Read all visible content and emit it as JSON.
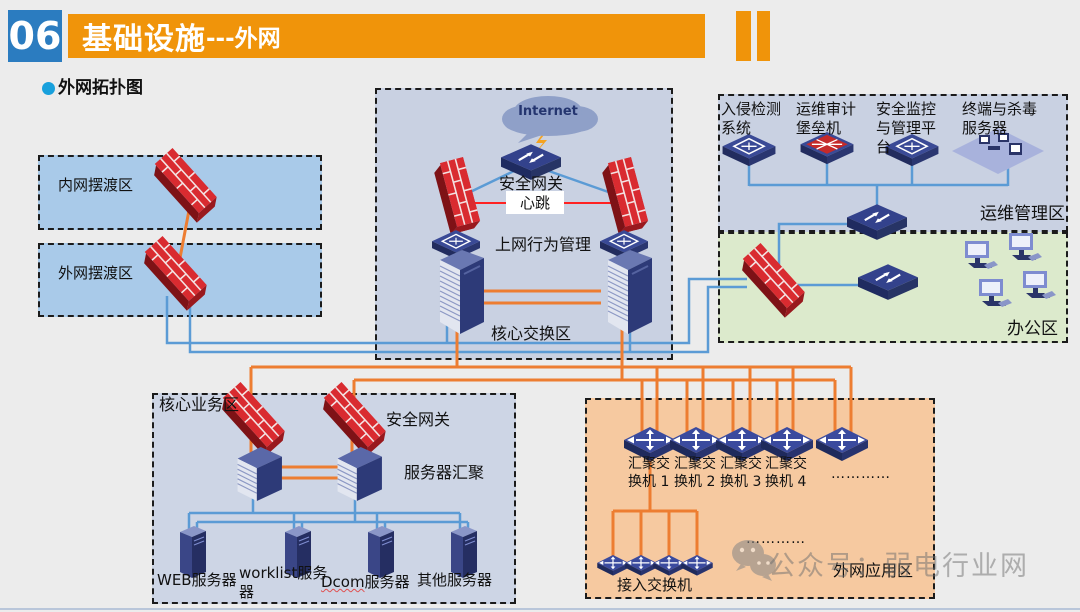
{
  "header": {
    "number": "06",
    "title_main": "基础设施",
    "title_suffix": "---外网"
  },
  "section": {
    "label": "外网拓扑图"
  },
  "zones": {
    "nei_ferry": {
      "label": "内网摆渡区"
    },
    "wai_ferry": {
      "label": "外网摆渡区"
    },
    "core": {
      "internet": "Internet",
      "gateway_label": "安全网关",
      "heartbeat_label": "心跳",
      "behavior_label": "上网行为管理",
      "zone_label": "核心交换区"
    },
    "ops": {
      "zone_label": "运维管理区",
      "devices": [
        "入侵检测\n系统",
        "运维审计\n堡垒机",
        "安全监控\n与管理平\n台",
        "终端与杀毒\n服务器"
      ]
    },
    "office": {
      "zone_label": "办公区"
    },
    "biz": {
      "zone_label": "核心业务区",
      "gateway_label": "安全网关",
      "agg_label": "服务器汇聚",
      "server1": "WEB服务器",
      "server2": "worklist服务\n器",
      "server3_em": "Dcom",
      "server3_rest": "服务器",
      "server4": "其他服务器"
    },
    "app": {
      "zone_label": "外网应用区",
      "agg_switches": [
        "汇聚交\n换机 1",
        "汇聚交\n换机 2",
        "汇聚交\n换机 3",
        "汇聚交\n换机 4"
      ],
      "dots_right": "…………",
      "dots_mid": "…………",
      "access_label": "接入交换机"
    }
  },
  "watermark": {
    "text": "公众号：弱电行业网"
  },
  "colors": {
    "header_orange": "#F0940A",
    "header_blue": "#2B7CC0",
    "wire_blue": "#5B9BD5",
    "wire_orange": "#ED7D31",
    "heartbeat_red": "#FF2222",
    "zone_light_blue": "#A9CAE9",
    "zone_gray_blue": "#C9D1E2",
    "zone_biz": "#CDD5E5",
    "zone_green": "#DCEACC",
    "zone_orange": "#F6C9A0",
    "firewall_red": "#D92B30",
    "device_navy": "#2F3F85"
  }
}
